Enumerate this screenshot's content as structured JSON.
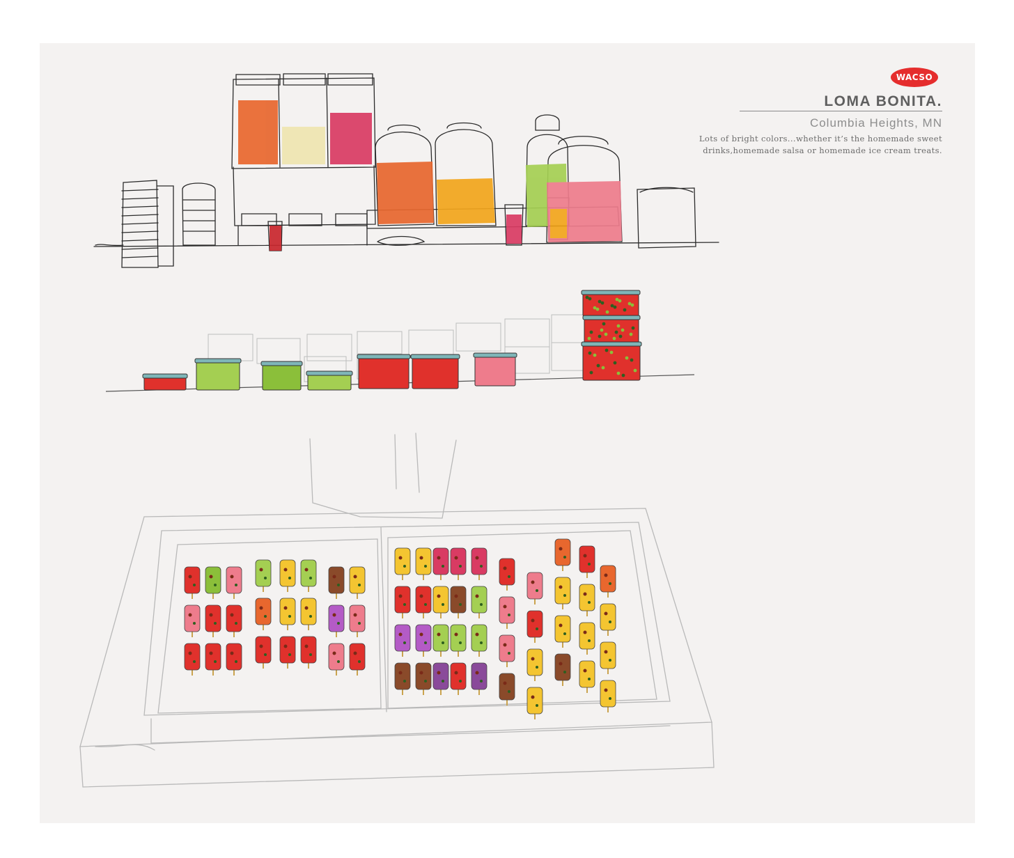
{
  "brand": {
    "logo_text": "WACSO",
    "color": "#e52d2d"
  },
  "header": {
    "title": "LOMA BONITA.",
    "location": "Columbia Heights, MN",
    "description": "Lots of bright colors...whether it’s the homemade sweet drinks,homemade salsa or homemade ice cream treats."
  },
  "palette": {
    "paper": "#f4f2f1",
    "ink": "#2b2b2b",
    "pencil": "#b9b9b9",
    "orange": "#e8672e",
    "cream": "#efe6b0",
    "magenta": "#d93b63",
    "amber": "#f2a51c",
    "lime": "#a4cf52",
    "pink": "#ee7c8c",
    "red": "#e0312c",
    "green": "#8bbf3a",
    "purple": "#8a4a9a",
    "brown": "#8a4a2a",
    "yellow": "#f4c531",
    "violet": "#b45bc6",
    "lid": "#7fb6b8"
  },
  "illustration": {
    "sections": [
      "drinks-counter",
      "salsa-shelf",
      "ice-cream-freezer"
    ]
  }
}
